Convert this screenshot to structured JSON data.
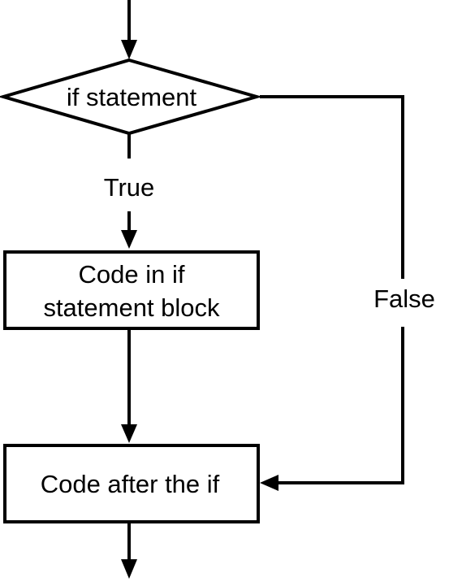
{
  "diagram": {
    "decision": {
      "label": "if statement"
    },
    "true_label": "True",
    "false_label": "False",
    "if_block": {
      "line1": "Code in if",
      "line2": "statement block"
    },
    "after_block": {
      "label": "Code after the if"
    }
  }
}
